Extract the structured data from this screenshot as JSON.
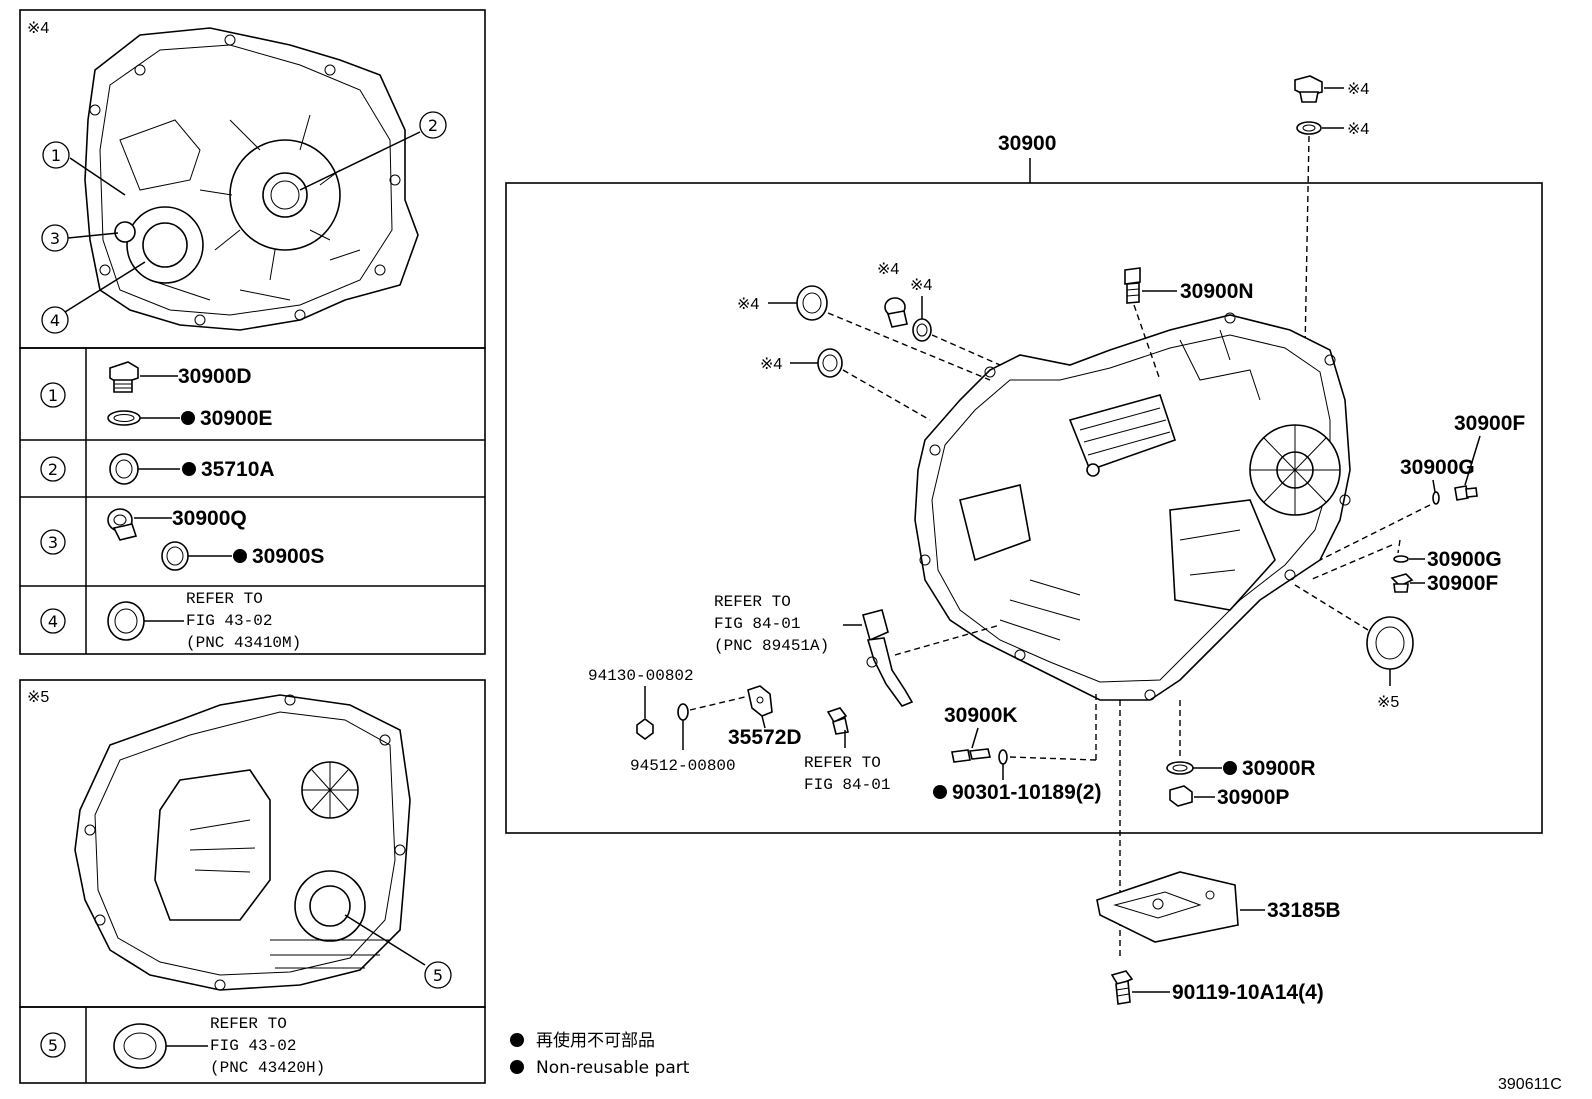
{
  "figure_id": "390611C",
  "main_assembly": {
    "part_no": "30900",
    "labels": {
      "n": "30900N",
      "f_top": "30900F",
      "g_top": "30900G",
      "g_mid": "30900G",
      "f_mid": "30900F",
      "note5": "※5",
      "k": "30900K",
      "k_washer": "90301-10189(2)",
      "r": "30900R",
      "p": "30900P",
      "refer_sensor": [
        "REFER TO",
        "FIG 84-01",
        "(PNC 89451A)"
      ],
      "refer_bolt": [
        "REFER TO",
        "FIG 84-01"
      ],
      "bracket": "35572D",
      "nut": "94130-00802",
      "washer": "94512-00800"
    },
    "note4_marks": [
      "※4",
      "※4",
      "※4",
      "※4",
      "※4",
      "※4"
    ]
  },
  "mount": {
    "label": "33185B",
    "bolt": "90119-10A14(4)"
  },
  "left_panel_top": {
    "note": "※4",
    "callouts": [
      "1",
      "2",
      "3",
      "4"
    ],
    "rows": [
      {
        "num": "1",
        "parts": [
          "30900D",
          "30900E"
        ]
      },
      {
        "num": "2",
        "parts": [
          "35710A"
        ]
      },
      {
        "num": "3",
        "parts": [
          "30900Q",
          "30900S"
        ]
      },
      {
        "num": "4",
        "refer": [
          "REFER TO",
          "FIG 43-02",
          "(PNC 43410M)"
        ]
      }
    ]
  },
  "left_panel_bottom": {
    "note": "※5",
    "callouts": [
      "5"
    ],
    "row": {
      "num": "5",
      "refer": [
        "REFER TO",
        "FIG 43-02",
        "(PNC 43420H)"
      ]
    }
  },
  "legend": {
    "line1": "再使用不可部品",
    "line2": "Non-reusable part"
  }
}
